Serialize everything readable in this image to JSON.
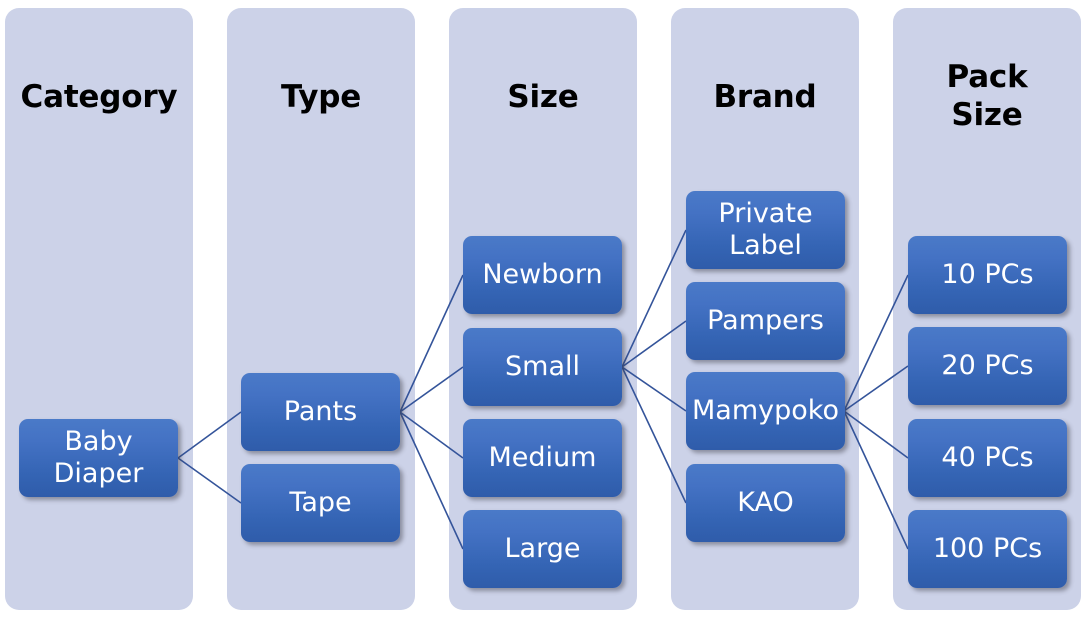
{
  "diagram": {
    "title_hidden": "",
    "accent_box_color": "#4472c4",
    "panel_color": "#ccd2e8",
    "connector_color": "#34549a",
    "text_color": "#ffffff",
    "header_color": "#000000",
    "columns": [
      {
        "id": "category",
        "header": "Category",
        "nodes": [
          {
            "id": "baby-diaper",
            "label": "Baby\nDiaper"
          }
        ]
      },
      {
        "id": "type",
        "header": "Type",
        "nodes": [
          {
            "id": "pants",
            "label": "Pants"
          },
          {
            "id": "tape",
            "label": "Tape"
          }
        ]
      },
      {
        "id": "size",
        "header": "Size",
        "nodes": [
          {
            "id": "newborn",
            "label": "Newborn"
          },
          {
            "id": "small",
            "label": "Small"
          },
          {
            "id": "medium",
            "label": "Medium"
          },
          {
            "id": "large",
            "label": "Large"
          }
        ]
      },
      {
        "id": "brand",
        "header": "Brand",
        "nodes": [
          {
            "id": "private-label",
            "label": "Private\nLabel"
          },
          {
            "id": "pampers",
            "label": "Pampers"
          },
          {
            "id": "mamypoko",
            "label": "Mamypoko"
          },
          {
            "id": "kao",
            "label": "KAO"
          }
        ]
      },
      {
        "id": "pack-size",
        "header": "Pack\nSize",
        "nodes": [
          {
            "id": "10-pcs",
            "label": "10 PCs"
          },
          {
            "id": "20-pcs",
            "label": "20 PCs"
          },
          {
            "id": "40-pcs",
            "label": "40 PCs"
          },
          {
            "id": "100-pcs",
            "label": "100 PCs"
          }
        ]
      }
    ],
    "connections": [
      {
        "from": "baby-diaper",
        "to": "pants"
      },
      {
        "from": "baby-diaper",
        "to": "tape"
      },
      {
        "from": "pants",
        "to": "newborn"
      },
      {
        "from": "pants",
        "to": "small"
      },
      {
        "from": "pants",
        "to": "medium"
      },
      {
        "from": "pants",
        "to": "large"
      },
      {
        "from": "small",
        "to": "private-label"
      },
      {
        "from": "small",
        "to": "pampers"
      },
      {
        "from": "small",
        "to": "mamypoko"
      },
      {
        "from": "small",
        "to": "kao"
      },
      {
        "from": "mamypoko",
        "to": "10-pcs"
      },
      {
        "from": "mamypoko",
        "to": "20-pcs"
      },
      {
        "from": "mamypoko",
        "to": "40-pcs"
      },
      {
        "from": "mamypoko",
        "to": "100-pcs"
      }
    ]
  }
}
